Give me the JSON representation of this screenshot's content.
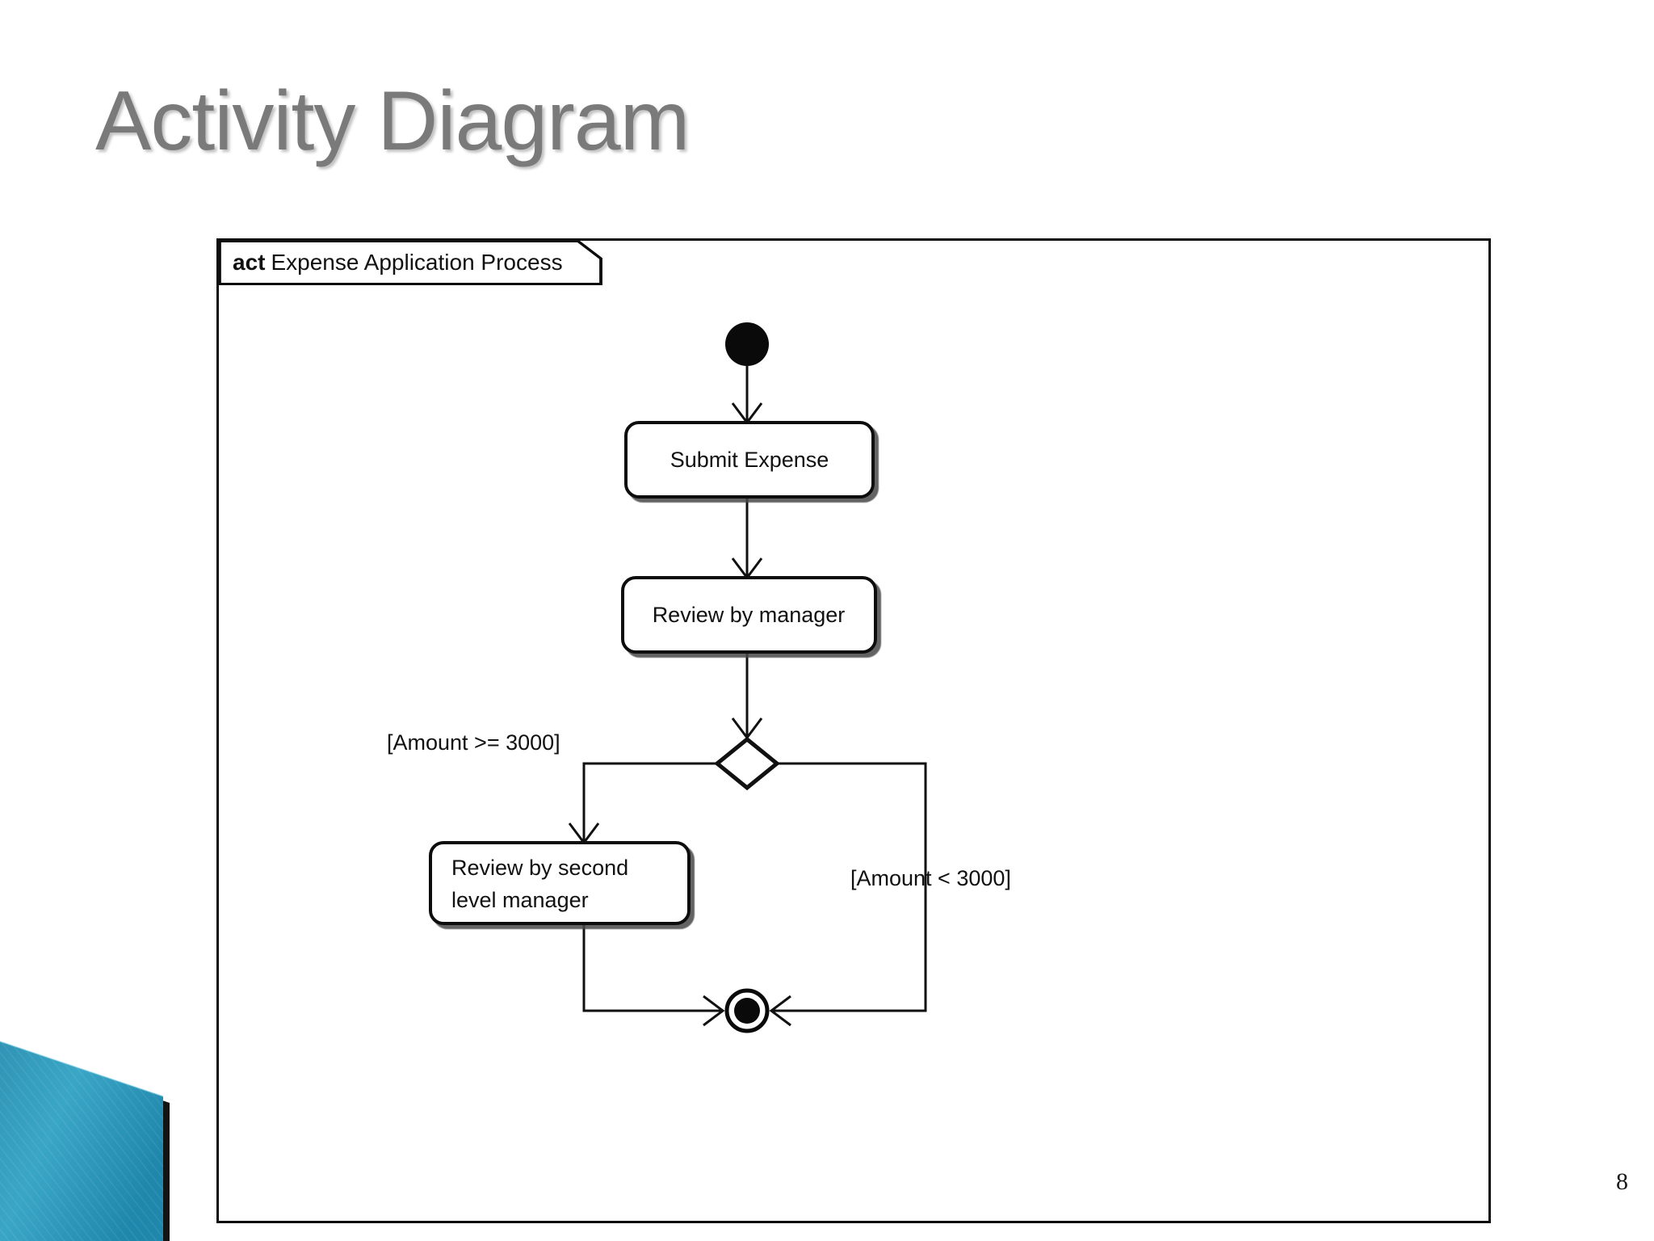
{
  "slide": {
    "title": "Activity Diagram",
    "number": "8",
    "background_color": "#ffffff",
    "title_color": "#7a7a7a",
    "decoration": {
      "name": "corner-wedge",
      "color_light": "#3fa9c4",
      "color_dark": "#0d7ea0",
      "edge_color": "#1a1a1a"
    }
  },
  "diagram": {
    "frame": {
      "kind": "act",
      "name": "Expense Application Process",
      "border_color": "#0d0d0d"
    },
    "nodes": [
      {
        "id": "start",
        "type": "initial-node",
        "label": ""
      },
      {
        "id": "submit",
        "type": "action",
        "label": "Submit Expense"
      },
      {
        "id": "review1",
        "type": "action",
        "label": "Review by manager"
      },
      {
        "id": "decision",
        "type": "decision-node",
        "label": ""
      },
      {
        "id": "review2",
        "type": "action",
        "label_line1": "Review by second",
        "label_line2": "level manager"
      },
      {
        "id": "end",
        "type": "final-node",
        "label": ""
      }
    ],
    "guards": [
      {
        "id": "guard-high",
        "text": "[Amount >= 3000]"
      },
      {
        "id": "guard-low",
        "text": "[Amount < 3000]"
      }
    ],
    "flows": [
      {
        "from": "start",
        "to": "submit",
        "guard": ""
      },
      {
        "from": "submit",
        "to": "review1",
        "guard": ""
      },
      {
        "from": "review1",
        "to": "decision",
        "guard": ""
      },
      {
        "from": "decision",
        "to": "review2",
        "guard": "[Amount >= 3000]"
      },
      {
        "from": "decision",
        "to": "end",
        "guard": "[Amount < 3000]"
      },
      {
        "from": "review2",
        "to": "end",
        "guard": ""
      }
    ]
  }
}
